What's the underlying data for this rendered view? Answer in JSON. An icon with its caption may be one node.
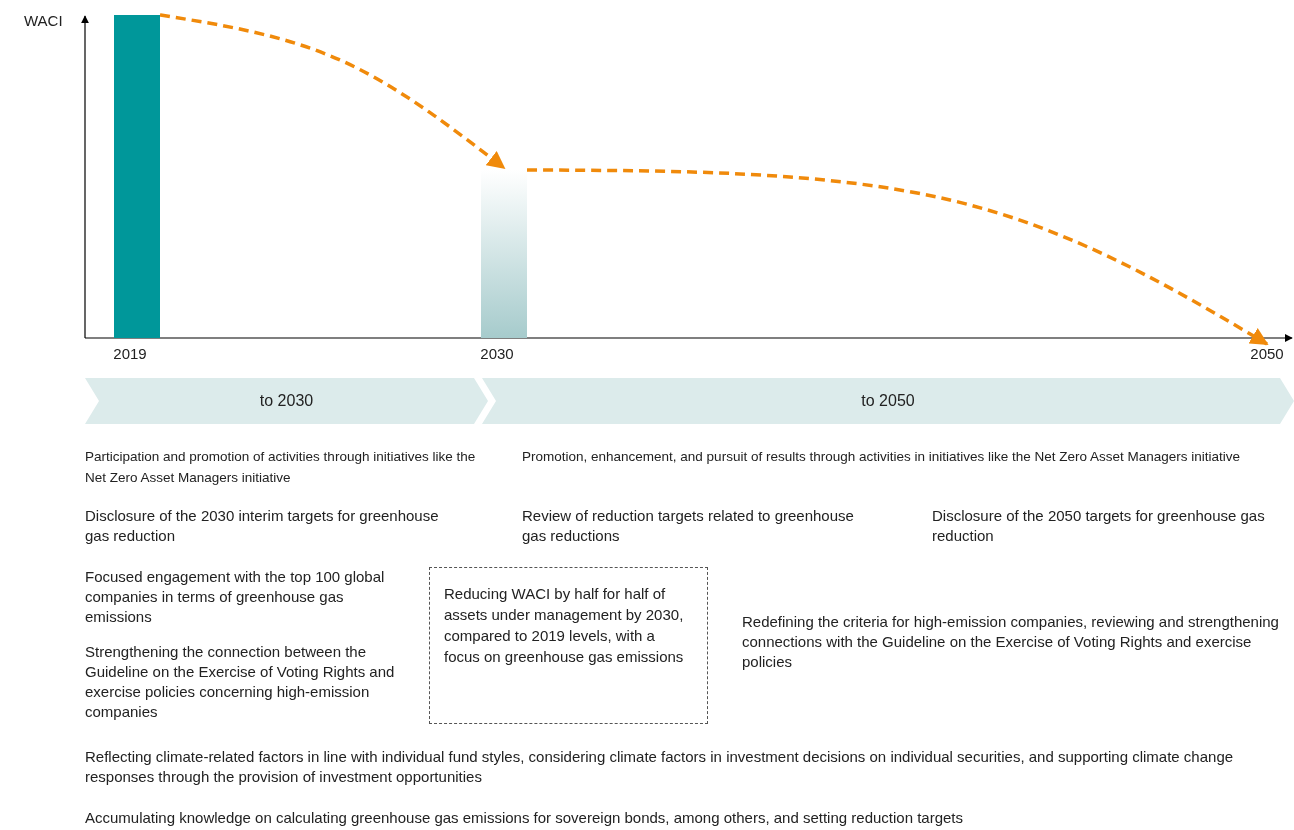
{
  "diagram": {
    "nodes": [
      {
        "text": [],
        "shape": "bar"
      },
      {
        "text": [],
        "shape": "bar"
      },
      {
        "text": [
          "to 2030"
        ]
      },
      {
        "text": [
          "to 2050"
        ]
      },
      {
        "text": [
          "2050"
        ]
      },
      {
        "text": [
          "Reducing WACI by half for half of assets under management by 2030, compared to 2019 levels, with a focus on greenhouse gas emissions"
        ]
      }
    ],
    "edges": [
      {
        "from": 0,
        "to": 1,
        "arrow": "to",
        "style": "dashed"
      },
      {
        "from": 1,
        "to": 4,
        "arrow": "to",
        "style": "dashed"
      }
    ],
    "labels": [
      "WACI",
      "2019",
      "2030",
      "Participation and promotion of activities through initiatives like the Net Zero Asset Managers initiative",
      "Promotion, enhancement, and pursuit of results through activities in initiatives like the Net Zero Asset Managers initiative",
      "Disclosure of the 2030 interim targets for greenhouse gas reduction",
      "Review of reduction targets related to greenhouse gas reductions",
      "Disclosure of the 2050 targets for greenhouse gas reduction",
      "Focused engagement with the top 100 global companies in terms of greenhouse gas emissions",
      "Strengthening the connection between the Guideline on the Exercise of Voting Rights and exercise policies concerning high-emission companies",
      "Redefining the criteria for high-emission companies, reviewing and strengthening connections with the Guideline on the Exercise of Voting Rights and exercise policies",
      "Reflecting climate-related factors in line with individual fund styles, considering climate factors in investment decisions on individual securities, and supporting climate change responses through the provision of investment opportunities",
      "Accumulating knowledge on calculating greenhouse gas emissions for sovereign bonds, among others, and setting reduction targets"
    ]
  }
}
